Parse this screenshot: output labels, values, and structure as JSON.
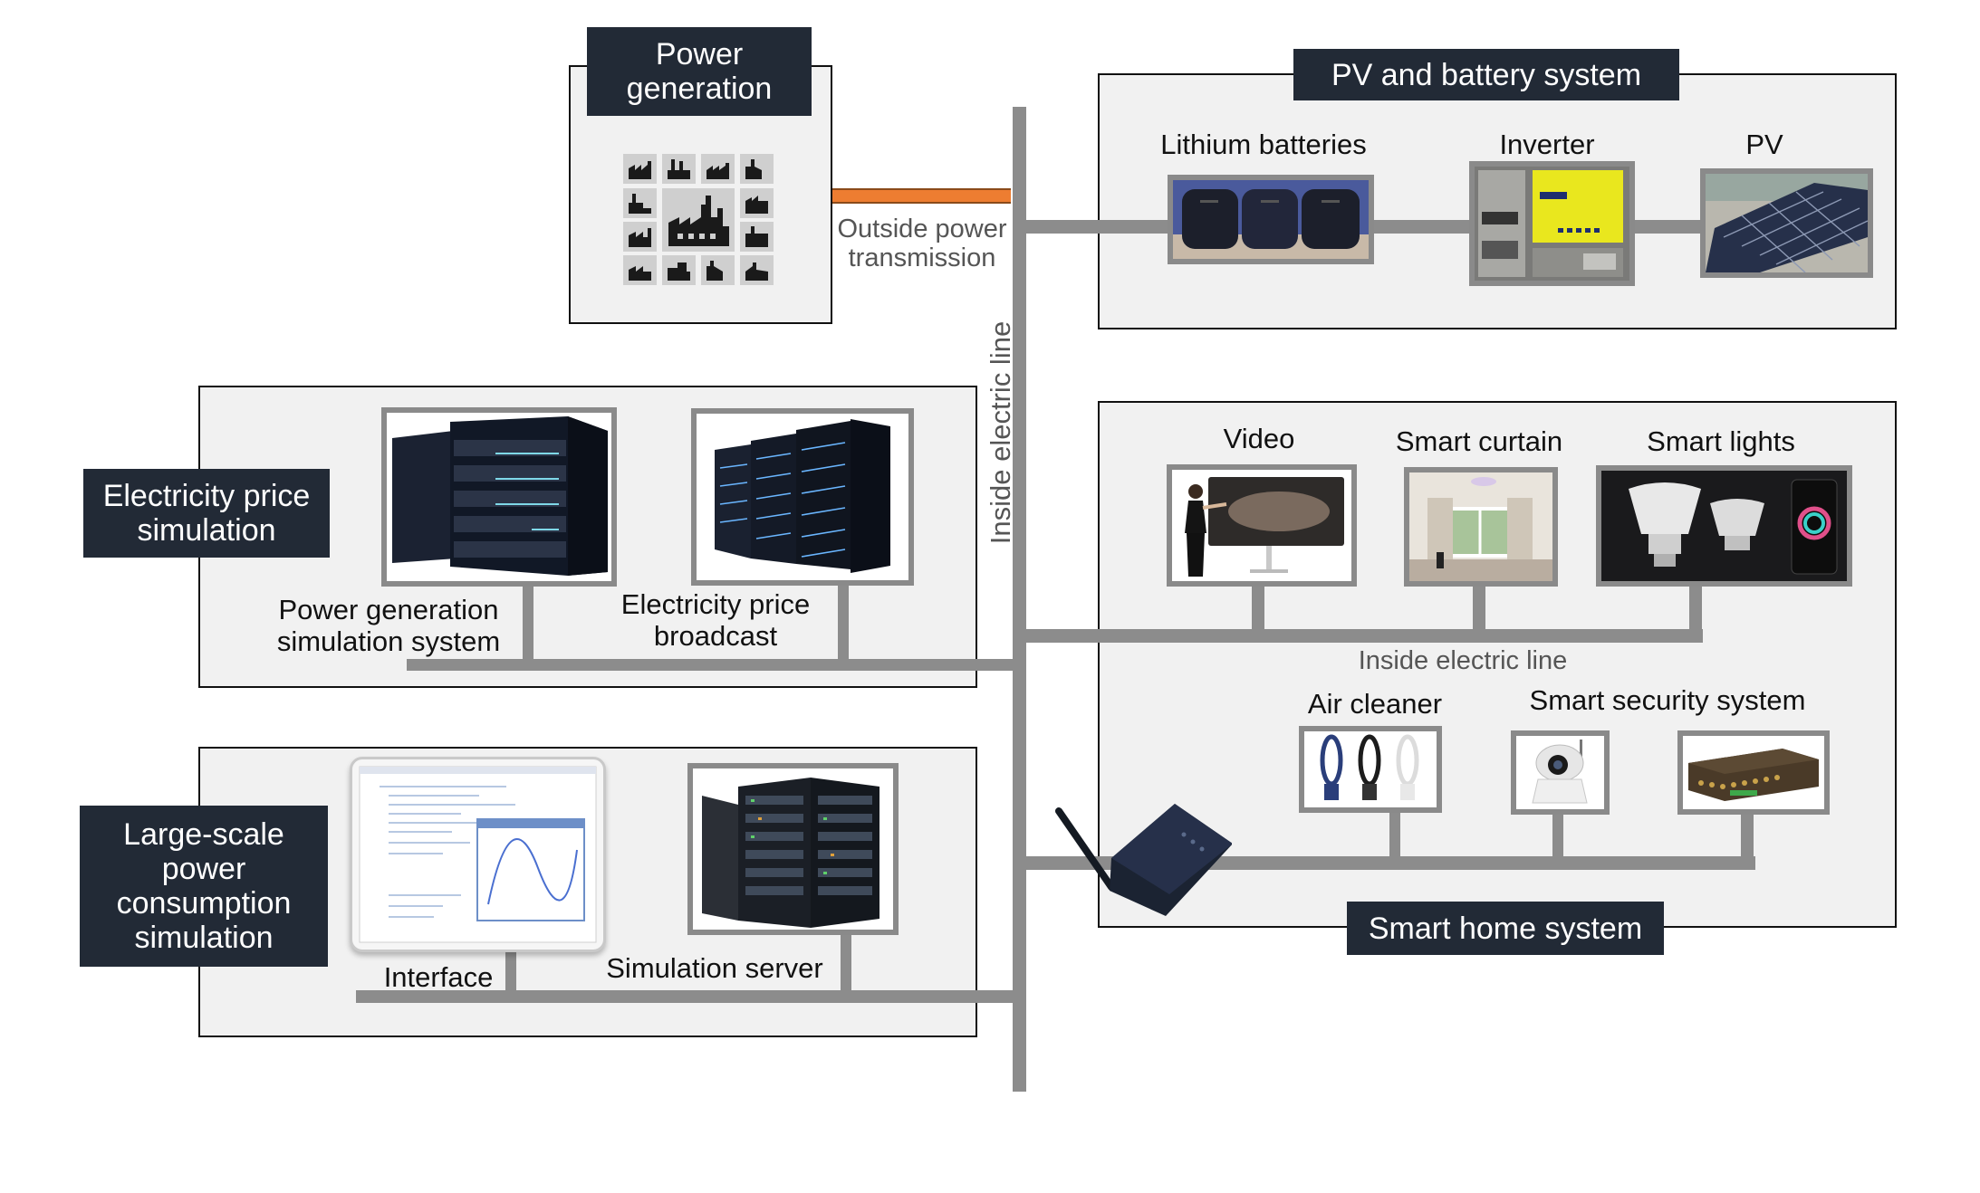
{
  "colors": {
    "panel_bg": "#f1f1f1",
    "title_bg": "#222a36",
    "title_text": "#ffffff",
    "line_gray": "#8c8c8c",
    "outside_line": "#ed7d31",
    "gray_label": "#555555"
  },
  "power_generation": {
    "title": "Power\ngeneration",
    "icon": "factories-icon"
  },
  "outside_line": {
    "label": "Outside power\ntransmission"
  },
  "main_line": {
    "label": "Inside electric line"
  },
  "pv_battery": {
    "title": "PV and battery system",
    "items": [
      {
        "label": "Lithium batteries",
        "icon": "battery-pack-icon"
      },
      {
        "label": "Inverter",
        "icon": "inverter-icon"
      },
      {
        "label": "PV",
        "icon": "solar-panel-icon"
      }
    ]
  },
  "electricity_price": {
    "title": "Electricity price\nsimulation",
    "items": [
      {
        "label": "Power generation\nsimulation system",
        "icon": "server-tower-icon"
      },
      {
        "label": "Electricity price\nbroadcast",
        "icon": "server-rack-icon"
      }
    ]
  },
  "large_scale": {
    "title": "Large-scale\npower\nconsumption\nsimulation",
    "items": [
      {
        "label": "Interface",
        "icon": "software-window-icon"
      },
      {
        "label": "Simulation server",
        "icon": "server-cabinet-icon"
      }
    ]
  },
  "smart_home": {
    "title": "Smart home system",
    "inner_line_label": "Inside electric line",
    "top_items": [
      {
        "label": "Video",
        "icon": "video-screen-icon"
      },
      {
        "label": "Smart curtain",
        "icon": "curtain-icon"
      },
      {
        "label": "Smart lights",
        "icon": "light-bulb-icon"
      }
    ],
    "bottom_items": [
      {
        "label": "Air cleaner",
        "icon": "air-purifier-icon"
      },
      {
        "label": "Smart security system",
        "icon": "security-camera-icon"
      },
      {
        "label": "",
        "icon": "dvr-box-icon"
      }
    ],
    "gateway_icon": "wireless-router-icon"
  }
}
